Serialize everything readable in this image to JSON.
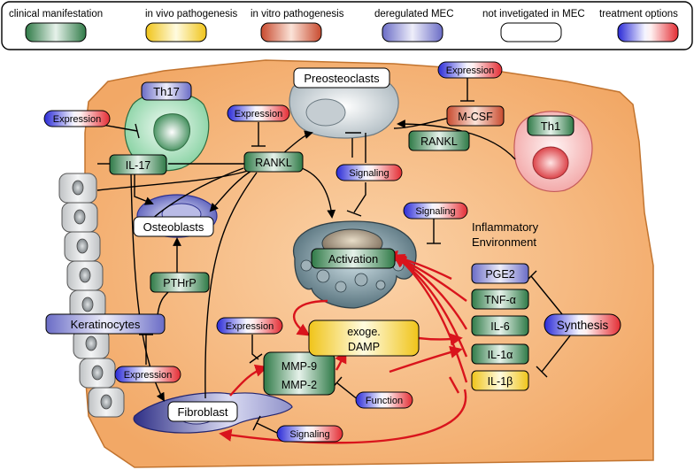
{
  "legend": {
    "items": [
      {
        "label": "clinical manifestation"
      },
      {
        "label": "in vivo pathogenesis"
      },
      {
        "label": "in vitro pathogenesis"
      },
      {
        "label": "deregulated MEC"
      },
      {
        "label": "not invetigated in MEC"
      },
      {
        "label": "treatment options"
      }
    ]
  },
  "cells": {
    "preosteoclasts": "Preosteoclasts",
    "th17": "Th17",
    "th1": "Th1",
    "osteoblasts": "Osteoblasts",
    "activation": "Activation",
    "keratinocytes": "Keratinocytes",
    "fibroblast": "Fibroblast"
  },
  "molecules": {
    "il17": "IL-17",
    "rankl_center": "RANKL",
    "rankl_right": "RANKL",
    "mcsf": "M-CSF",
    "pthrp": "PTHrP",
    "mmp9": "MMP-9",
    "mmp2": "MMP-2",
    "damp_line1": "exoge.",
    "damp_line2": "DAMP",
    "pge2": "PGE2",
    "tnf": "TNF-α",
    "il6": "IL-6",
    "il1a": "IL-1α",
    "il1b": "IL-1β"
  },
  "treatments": {
    "expression_th17": "Expression",
    "expression_rankl": "Expression",
    "expression_mcsf": "Expression",
    "signaling_preosteoclasts": "Signaling",
    "signaling_activation": "Signaling",
    "expression_mmp": "Expression",
    "expression_keratinocytes": "Expression",
    "function_mmp": "Function",
    "signaling_fibroblast": "Signaling",
    "synthesis": "Synthesis"
  },
  "environment": {
    "line1": "Inflammatory",
    "line2": "Environment"
  },
  "colors": {
    "body": "#f5b57d",
    "body_stroke": "#c87a3c",
    "clinical": "#3f8a55",
    "in_vivo": "#f0c419",
    "in_vitro": "#cf5a3a",
    "deregulated": "#7c7ed0",
    "treatment_blue": "#3b3bdb",
    "treatment_red": "#e8333a",
    "arrow_red": "#d9141c"
  }
}
